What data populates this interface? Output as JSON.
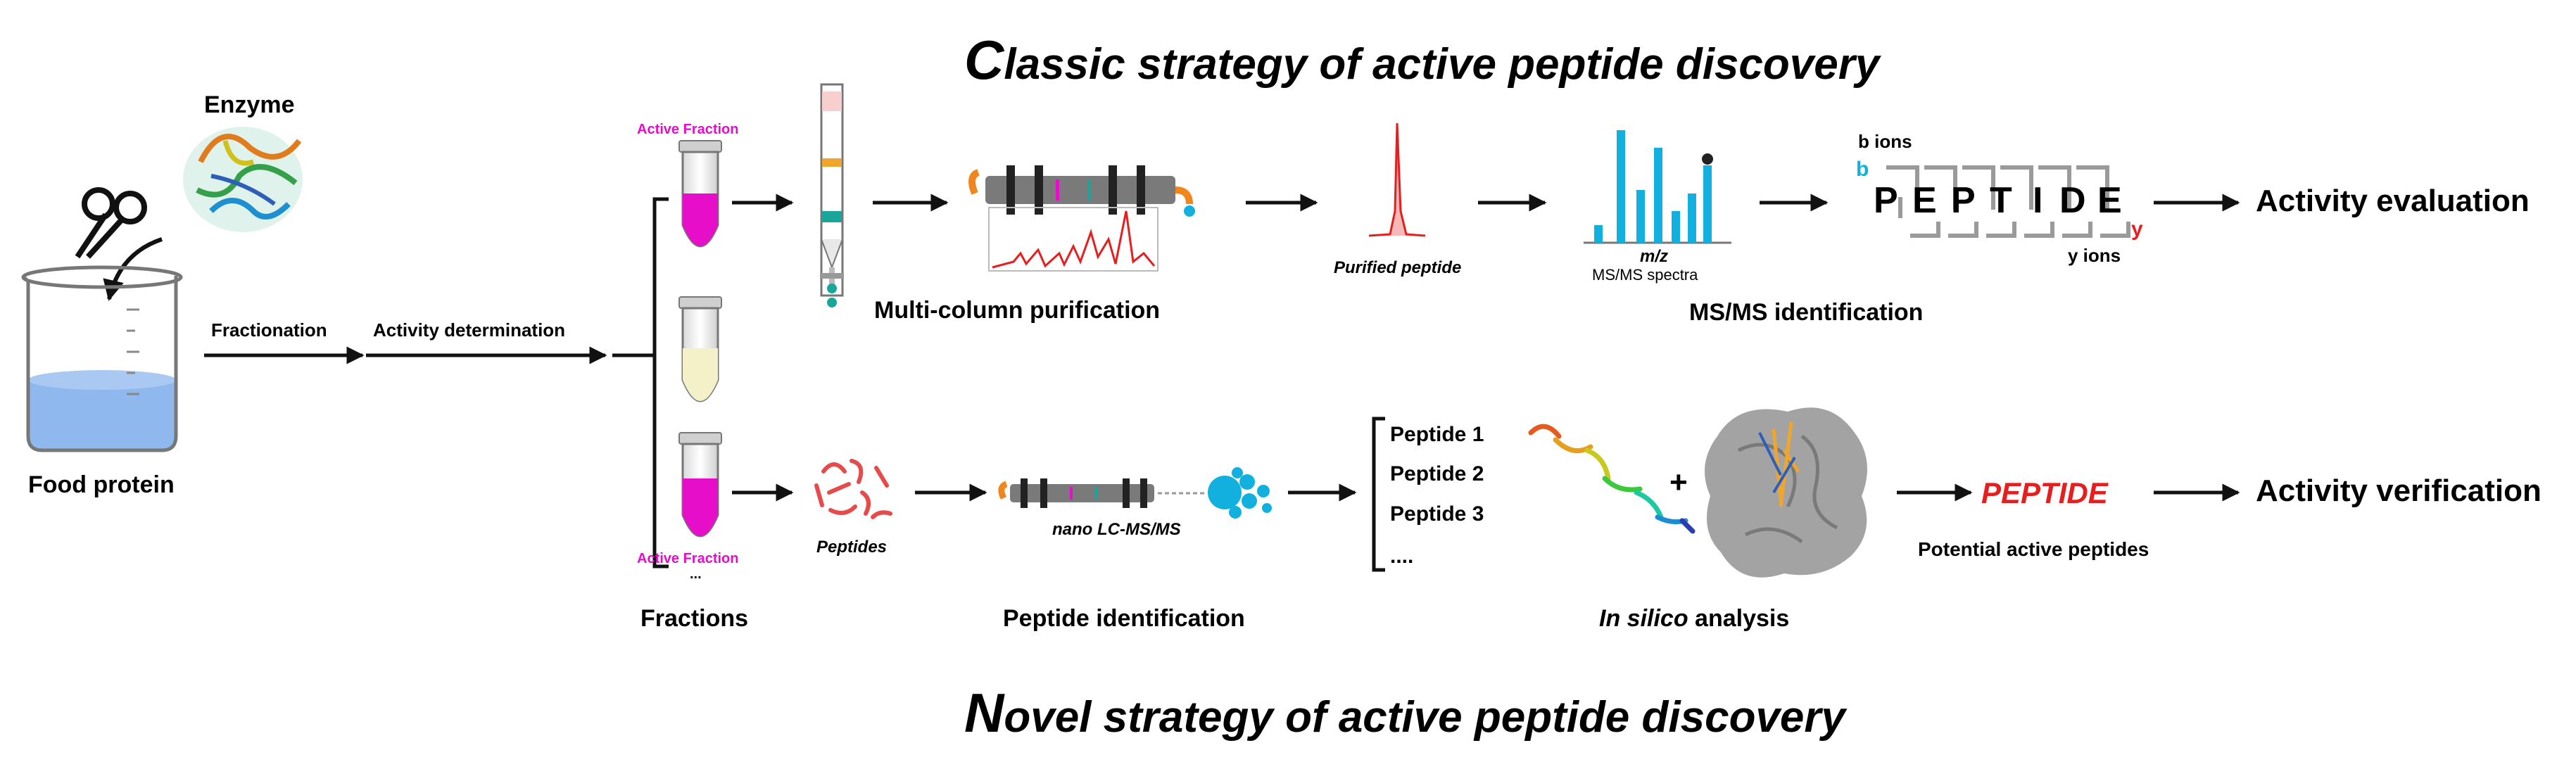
{
  "titles": {
    "classic_cap": "C",
    "classic_rest": "lassic strategy of active peptide discovery",
    "novel_cap": "N",
    "novel_rest": "ovel strategy of active peptide discovery"
  },
  "left": {
    "enzyme": "Enzyme",
    "food_protein": "Food protein",
    "fractionation": "Fractionation",
    "activity_determination": "Activity determination"
  },
  "fractions": {
    "active_fraction_top": "Active Fraction",
    "active_fraction_bottom": "Active Fraction",
    "ellipsis": "...",
    "label": "Fractions"
  },
  "classic": {
    "multi_column": "Multi-column purification",
    "purified_peptide": "Purified peptide",
    "mz": "m/z",
    "msms_spectra": "MS/MS spectra",
    "msms_identification": "MS/MS identification",
    "b_ions": "b ions",
    "y_ions": "y ions",
    "b_letter": "b",
    "y_letter": "y",
    "peptide_letters": [
      "P",
      "E",
      "P",
      "T",
      "I",
      "D",
      "E"
    ],
    "activity_evaluation": "Activity evaluation"
  },
  "novel": {
    "peptides": "Peptides",
    "nano_lc": "nano LC-MS/MS",
    "peptide_identification": "Peptide identification",
    "list": [
      "Peptide 1",
      "Peptide 2",
      "Peptide 3",
      "...."
    ],
    "plus": "+",
    "in_silico_a": "In silico",
    "in_silico_b": " analysis",
    "peptide_word": "PEPTIDE",
    "potential": "Potential active peptides",
    "activity_verification": "Activity verification"
  },
  "colors": {
    "magenta": "#e60ec8",
    "cyan": "#12b0de",
    "red": "#e61e1e",
    "teal": "#1aa59a",
    "water": "#8fb8ef",
    "gray": "#8a8a8a"
  },
  "icons": [
    "scissors-icon",
    "enzyme-structure-icon",
    "beaker-icon",
    "tube-icon",
    "column-icon",
    "hplc-column-icon",
    "chromatogram-icon",
    "peak-icon",
    "ms-spectrum-icon",
    "peptides-icon",
    "nano-lc-icon",
    "peptide-3d-icon",
    "protein-surface-icon"
  ]
}
